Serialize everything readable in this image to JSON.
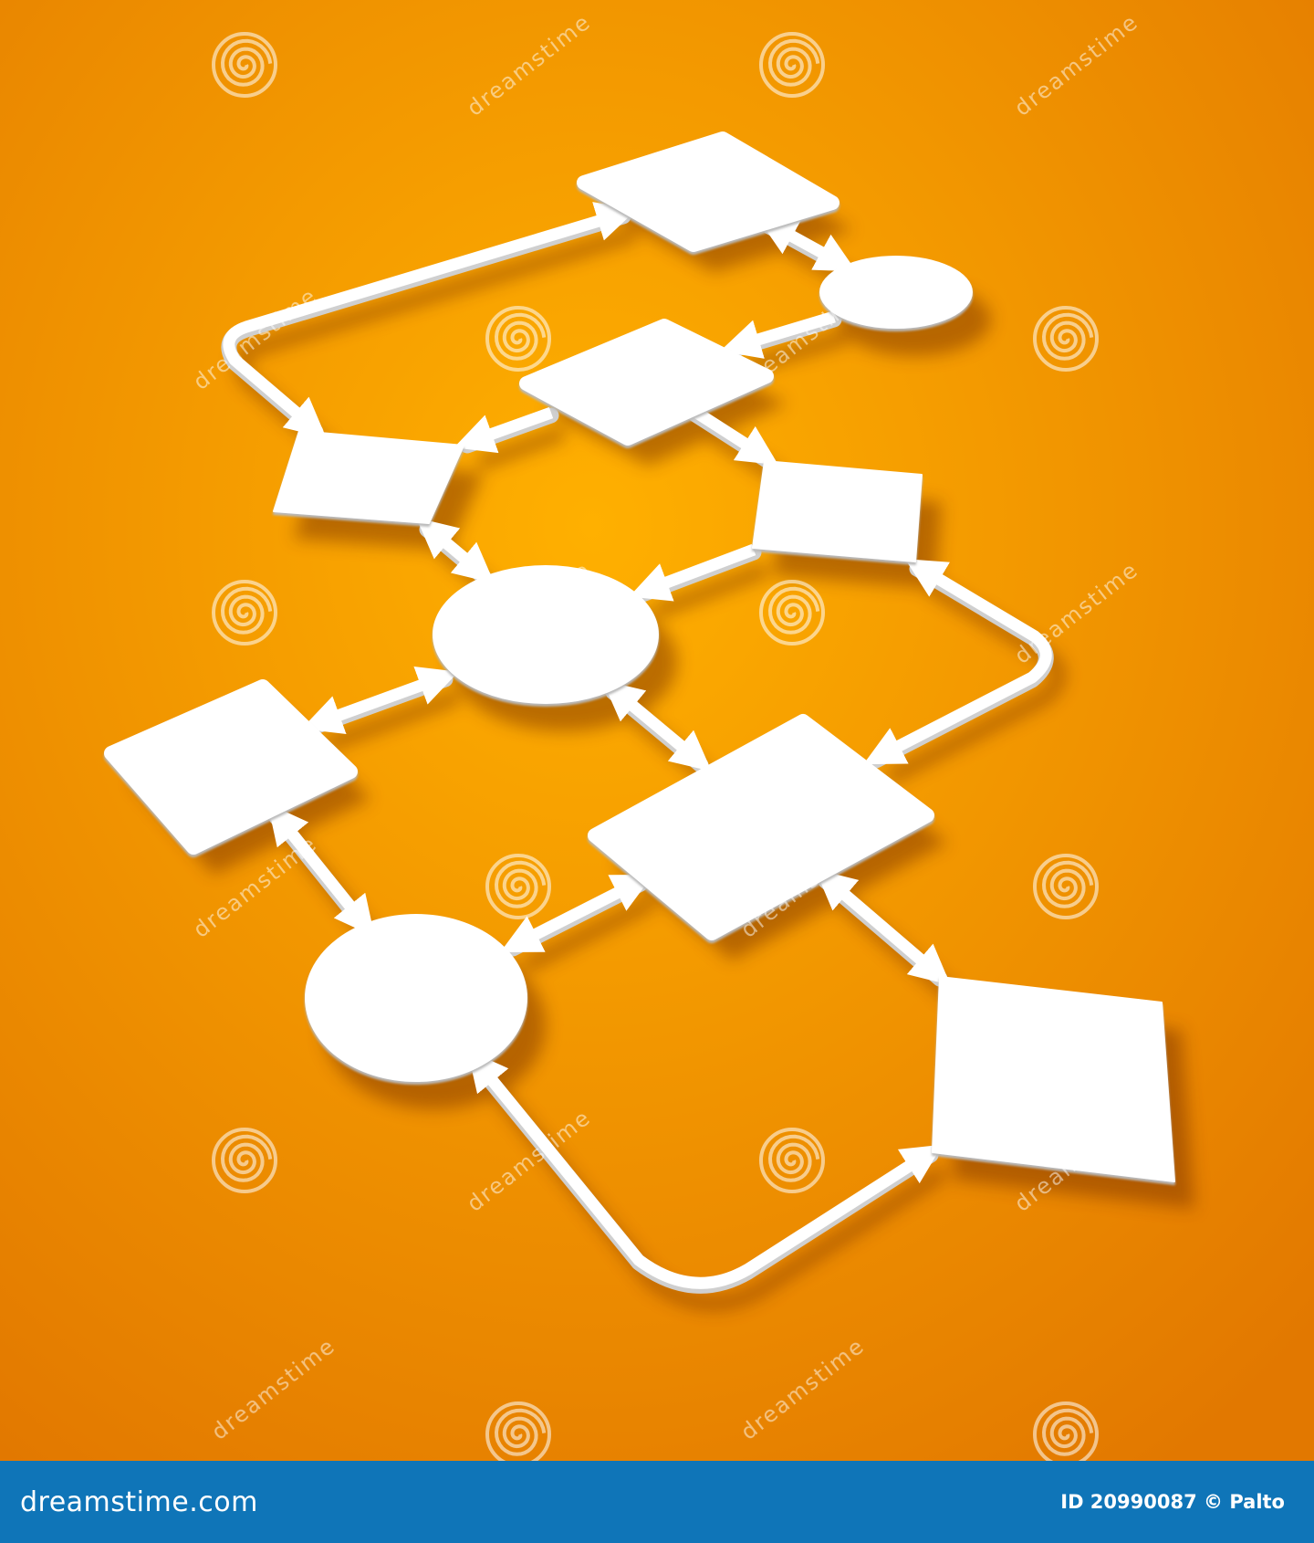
{
  "colors": {
    "background_center": "#ffb000",
    "background_edge": "#e27800",
    "shape_fill": "#ffffff",
    "shape_edge": "#cfcfcf",
    "shadow": "#7a3300",
    "watermark": "#ffffff",
    "footer_background": "#0f75b8"
  },
  "watermark": {
    "text": "dreamstime",
    "logo_icon": "spiral-logo-icon"
  },
  "footer": {
    "site": "dreamstime.com",
    "credit": "ID 20990087 © Palto"
  },
  "diagram": {
    "nodes": [
      {
        "id": "n1",
        "shape": "rounded-rectangle"
      },
      {
        "id": "n2",
        "shape": "ellipse"
      },
      {
        "id": "n3",
        "shape": "rounded-rectangle"
      },
      {
        "id": "n4",
        "shape": "rectangle"
      },
      {
        "id": "n5",
        "shape": "rectangle"
      },
      {
        "id": "n6",
        "shape": "ellipse"
      },
      {
        "id": "n7",
        "shape": "rounded-rectangle"
      },
      {
        "id": "n8",
        "shape": "rounded-rectangle"
      },
      {
        "id": "n9",
        "shape": "ellipse"
      },
      {
        "id": "n10",
        "shape": "rectangle"
      }
    ],
    "edges": [
      {
        "from": "n1",
        "to": "n2",
        "direction": "both"
      },
      {
        "from": "n2",
        "to": "n3",
        "direction": "forward"
      },
      {
        "from": "n1",
        "to": "n4",
        "direction": "both"
      },
      {
        "from": "n3",
        "to": "n4",
        "direction": "forward"
      },
      {
        "from": "n3",
        "to": "n5",
        "direction": "forward"
      },
      {
        "from": "n4",
        "to": "n6",
        "direction": "both"
      },
      {
        "from": "n5",
        "to": "n6",
        "direction": "forward"
      },
      {
        "from": "n5",
        "to": "n8",
        "direction": "both"
      },
      {
        "from": "n6",
        "to": "n7",
        "direction": "both"
      },
      {
        "from": "n6",
        "to": "n8",
        "direction": "both"
      },
      {
        "from": "n7",
        "to": "n9",
        "direction": "both"
      },
      {
        "from": "n8",
        "to": "n9",
        "direction": "both"
      },
      {
        "from": "n8",
        "to": "n10",
        "direction": "both"
      },
      {
        "from": "n9",
        "to": "n10",
        "direction": "both"
      }
    ]
  }
}
